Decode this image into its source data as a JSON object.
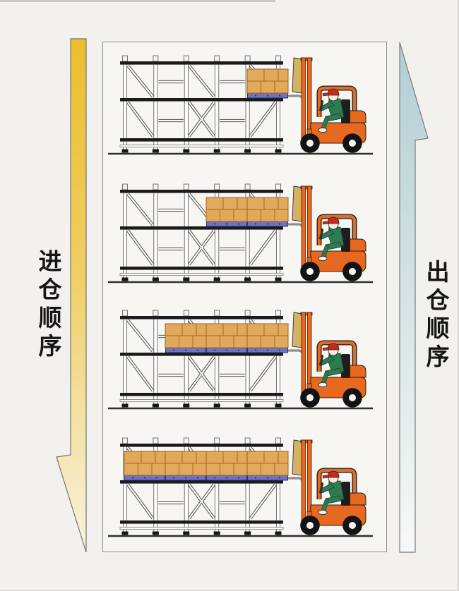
{
  "page": {
    "background": "#f2f1ed"
  },
  "diagram": {
    "inbound_label": "进仓顺序",
    "outbound_label": "出仓顺序",
    "rows": [
      {
        "name": "inbound-step-1",
        "pallet_groups": 1
      },
      {
        "name": "inbound-step-2",
        "pallet_groups": 2
      },
      {
        "name": "inbound-step-3",
        "pallet_groups": 3
      },
      {
        "name": "inbound-step-4",
        "pallet_groups": 4
      }
    ],
    "pallet_right_edge": 258,
    "pallet_group_width": 58,
    "colors": {
      "inbound_arrow_top": "#ECBE2C",
      "inbound_arrow_bottom": "#F8F3DE",
      "outbound_arrow_top": "#B2CED3",
      "outbound_arrow_bottom": "#F6F9F9",
      "forklift_orange": "#E7691F",
      "driver_green": "#2E7B52",
      "helmet_red": "#C52A1C",
      "box_tan": "#E2A85C",
      "box_outline": "#A06618",
      "pallet_blue": "#6F72BC",
      "backrest_tan": "#D8B264"
    }
  }
}
